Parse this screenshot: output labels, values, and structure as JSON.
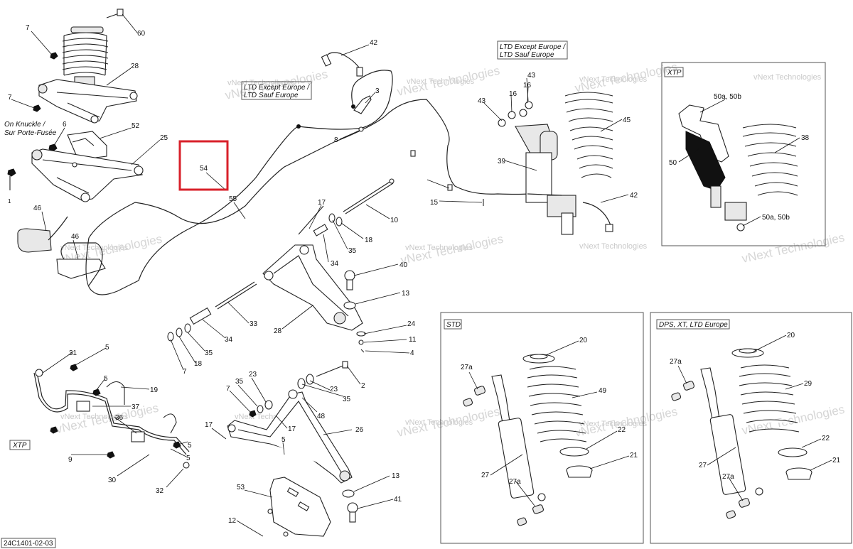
{
  "diagram": {
    "code": "24C1401-02-03",
    "watermark": "vNext Technologies",
    "highlight_color": "#d8202a",
    "notes": {
      "on_knuckle": [
        "On Knuckle /",
        "Sur Porte-Fusée"
      ],
      "ltd_except_1": [
        "LTD Except Europe /",
        "LTD Sauf Europe"
      ],
      "ltd_except_2": [
        "LTD Except Europe /",
        "LTD Sauf Europe"
      ]
    },
    "frames": {
      "xtp_top": "XTP",
      "xtp_left": "XTP",
      "std": "STD",
      "dps": "DPS, XT, LTD Europe"
    },
    "callouts": {
      "c7a": "7",
      "c60": "60",
      "c28a": "28",
      "c7b": "7",
      "c6": "6",
      "c52": "52",
      "c25": "25",
      "c1": "1",
      "c46a": "46",
      "c46b": "46",
      "c54": "54",
      "c55": "55",
      "c42a": "42",
      "c3": "3",
      "c8": "8",
      "c17a": "17",
      "c10": "10",
      "c18a": "18",
      "c35a": "35",
      "c34a": "34",
      "c40": "40",
      "c13a": "13",
      "c33": "33",
      "c28b": "28",
      "c24": "24",
      "c11": "11",
      "c4": "4",
      "c34b": "34",
      "c35b": "35",
      "c18b": "18",
      "c7c": "7",
      "c43a": "43",
      "c16a": "16",
      "c16b": "16",
      "c43b": "43",
      "c45": "45",
      "c39": "39",
      "c15": "15",
      "c42b": "42",
      "c50ab1": "50a, 50b",
      "c38": "38",
      "c50": "50",
      "c50ab2": "50a, 50b",
      "c31": "31",
      "c5a": "5",
      "c5b": "5",
      "c19": "19",
      "c37": "37",
      "c36": "36",
      "c5c": "5",
      "c9": "9",
      "c5d": "5",
      "c30": "30",
      "c32": "32",
      "c23": "23",
      "c35c": "35",
      "c7d": "7",
      "c48": "48",
      "c23b": "23",
      "c35d": "35",
      "c2": "2",
      "c17b": "17",
      "c17c": "17",
      "c26": "26",
      "c5e": "5",
      "c53": "53",
      "c13b": "13",
      "c41": "41",
      "c12": "12",
      "c27a_std": "27a",
      "c20_std": "20",
      "c49": "49",
      "c22_std": "22",
      "c21_std": "21",
      "c27_std": "27",
      "c27a_std2": "27a",
      "c27a_dps": "27a",
      "c20_dps": "20",
      "c29": "29",
      "c22_dps": "22",
      "c21_dps": "21",
      "c27_dps": "27",
      "c27a_dps2": "27a"
    }
  }
}
